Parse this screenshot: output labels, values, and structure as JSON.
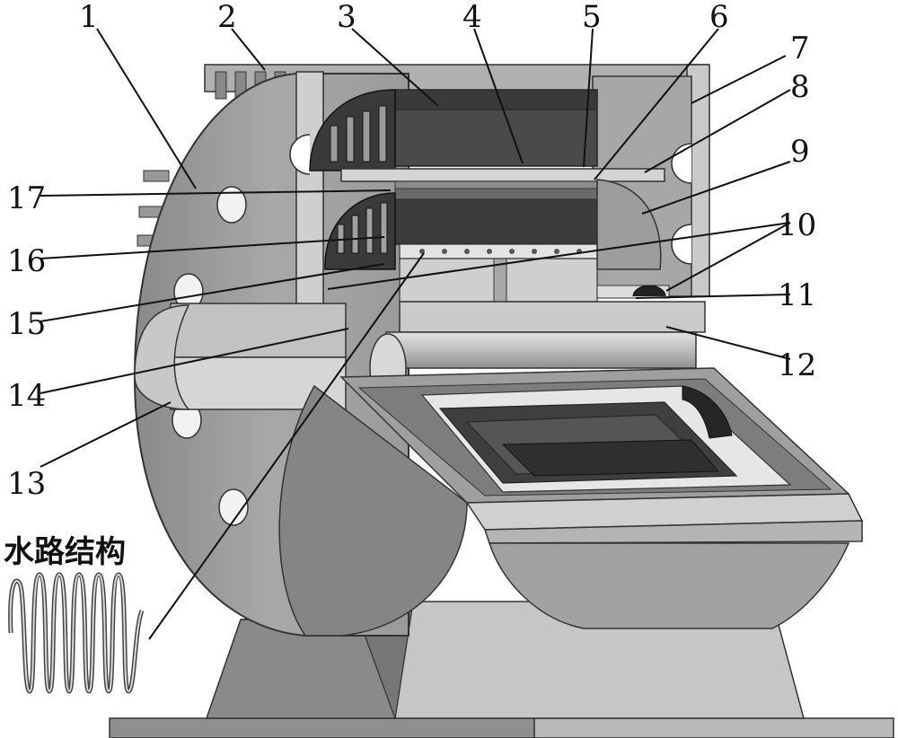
{
  "figure": {
    "caption": "水路结构",
    "part_labels": [
      "1",
      "2",
      "3",
      "4",
      "5",
      "6",
      "7",
      "8",
      "9",
      "10",
      "11",
      "12",
      "13",
      "14",
      "15",
      "16",
      "17"
    ]
  },
  "colors": {
    "frame": "#a9a9a9",
    "frame_light": "#cfcfcf",
    "frame_dark": "#7d7d7d",
    "core": "#555555",
    "core_dark": "#333333",
    "winding": "#3a3a3a",
    "shaft": "#c4c4c4",
    "base": "#9a9a9a"
  }
}
